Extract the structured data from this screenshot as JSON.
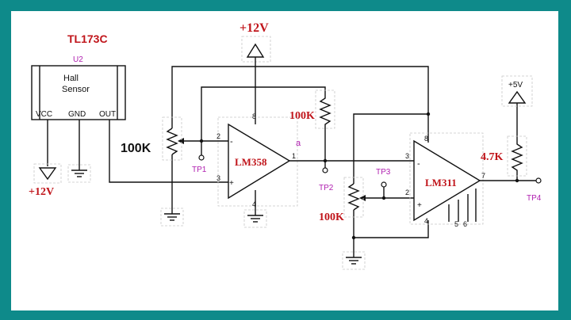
{
  "labels": {
    "ic_title": "TL173C",
    "ic_ref": "U2",
    "sensor_line1": "Hall",
    "sensor_line2": "Sensor",
    "pin_vcc": "VCC",
    "pin_gnd": "GND",
    "pin_out": "OUT",
    "supply_top": "+12V",
    "supply_left": "+12V",
    "supply_5v": "+5V",
    "opamp1": "LM358",
    "comparator": "LM311",
    "pot1": "100K",
    "pot2": "100K",
    "res_feedback": "100K",
    "res_pullup": "4.7K",
    "tp1": "TP1",
    "tp2": "TP2",
    "tp3": "TP3",
    "tp4": "TP4",
    "node_a": "a",
    "lm358_pin2": "2",
    "lm358_pin3": "3",
    "lm358_pin1": "1",
    "lm358_pin8": "8",
    "lm358_pin4": "4",
    "lm358_minus": "-",
    "lm358_plus": "+",
    "lm311_pin3": "3",
    "lm311_pin2": "2",
    "lm311_pin7": "7",
    "lm311_pin8": "8",
    "lm311_pin4": "4",
    "lm311_pin5": "5",
    "lm311_pin6": "6",
    "lm311_minus": "-",
    "lm311_plus": "+"
  },
  "colors": {
    "border": "#0e8a8a",
    "label_red": "#c0141a",
    "label_magenta": "#b020b0",
    "wire": "#111111"
  }
}
